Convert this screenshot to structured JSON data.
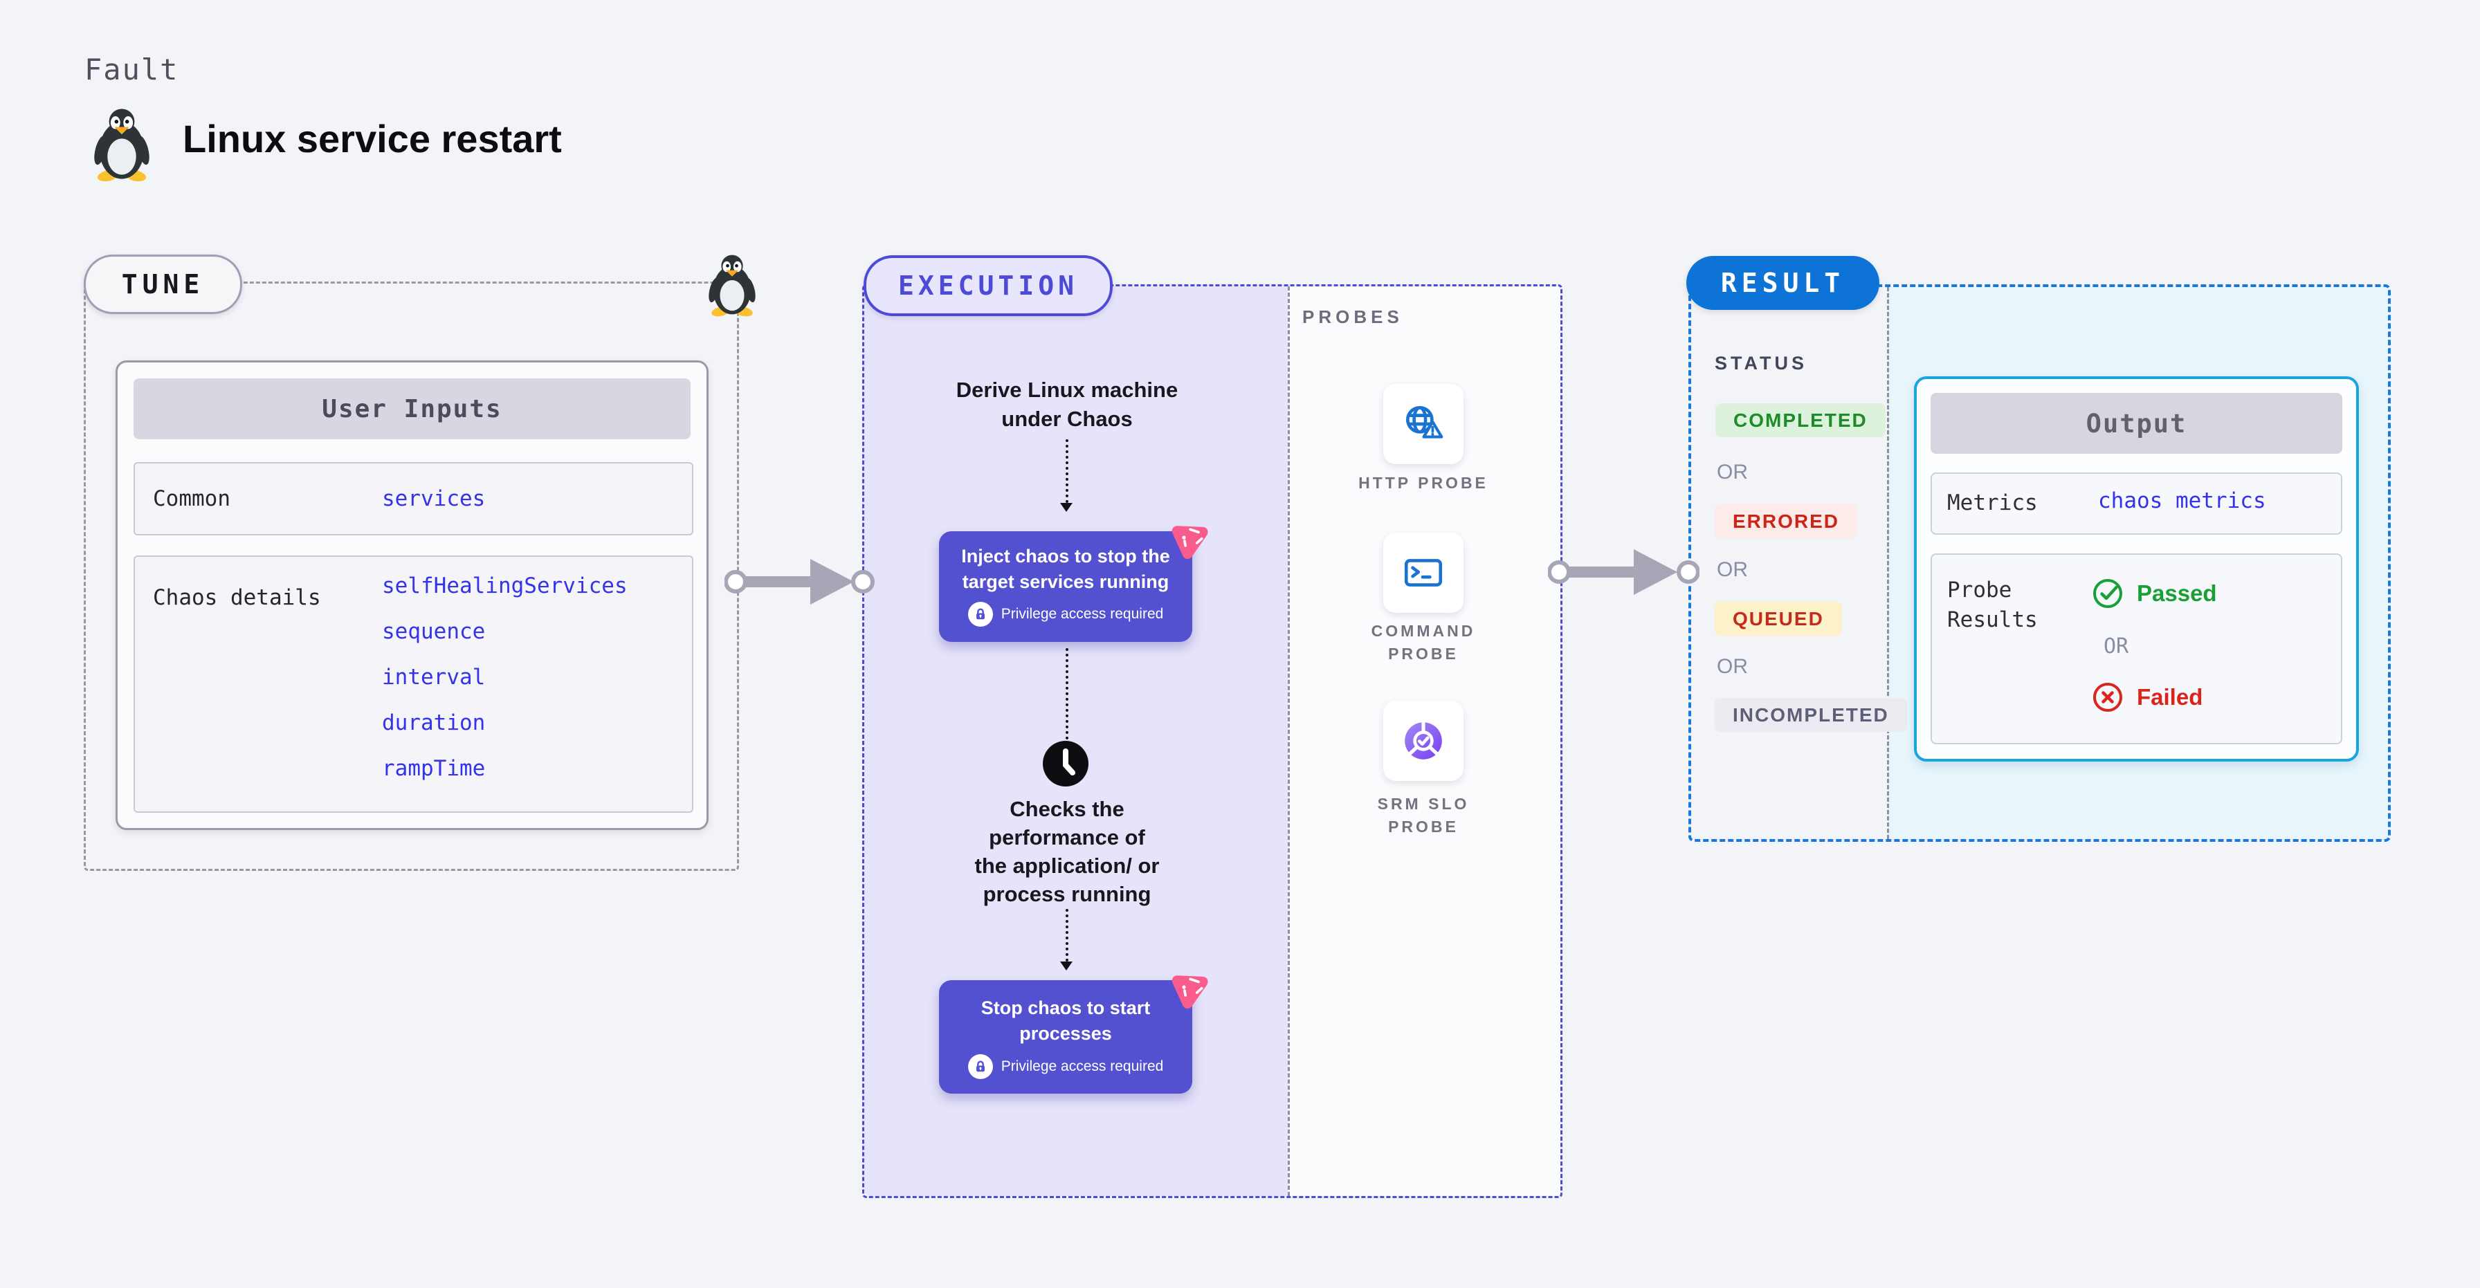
{
  "colors": {
    "page_bg": "#f3f4f7",
    "accent_indigo": "#4c4ad6",
    "card_purple": "#5351cf",
    "pink_badge": "#fa5b8d",
    "result_blue": "#0e73d7",
    "output_cyan_border": "#19a6e0",
    "link_blue": "#3433ea",
    "passed_green": "#18a035",
    "failed_red": "#da251c",
    "probe_icon_blue": "#1a73cf"
  },
  "header": {
    "kicker": "Fault",
    "title": "Linux service restart"
  },
  "tune": {
    "badge": "TUNE",
    "user_inputs": {
      "header": "User Inputs",
      "rows": [
        {
          "label": "Common",
          "values": [
            "services"
          ]
        },
        {
          "label": "Chaos details",
          "values": [
            "selfHealingServices",
            "sequence",
            "interval",
            "duration",
            "rampTime"
          ]
        }
      ]
    }
  },
  "execution": {
    "badge": "EXECUTION",
    "derive_text": "Derive Linux machine\nunder Chaos",
    "inject_card": {
      "title": "Inject chaos to stop the\ntarget services running",
      "note": "Privilege access required"
    },
    "checks_text": "Checks the\nperformance of\nthe application/ or\nprocess running",
    "stop_card": {
      "title": "Stop chaos to start\nprocesses",
      "note": "Privilege access required"
    }
  },
  "probes": {
    "title": "PROBES",
    "items": [
      {
        "label": "HTTP PROBE",
        "icon": "globe-alert-icon"
      },
      {
        "label": "COMMAND\nPROBE",
        "icon": "terminal-icon"
      },
      {
        "label": "SRM SLO\nPROBE",
        "icon": "slo-pie-icon"
      }
    ]
  },
  "result": {
    "badge": "RESULT",
    "status": {
      "title": "STATUS",
      "or": "OR",
      "badges": [
        {
          "label": "COMPLETED",
          "fg": "#1d8b28",
          "bg": "#ddf2dc"
        },
        {
          "label": "ERRORED",
          "fg": "#cd2418",
          "bg": "#fcebe9"
        },
        {
          "label": "QUEUED",
          "fg": "#c52b1d",
          "bg": "#fdf1c9"
        },
        {
          "label": "INCOMPLETED",
          "fg": "#5e5e78",
          "bg": "#ebebf1"
        }
      ]
    },
    "output": {
      "header": "Output",
      "metrics_label": "Metrics",
      "metrics_value": "chaos metrics",
      "probe_results_label": "Probe\nResults",
      "passed": "Passed",
      "or": "OR",
      "failed": "Failed"
    }
  }
}
